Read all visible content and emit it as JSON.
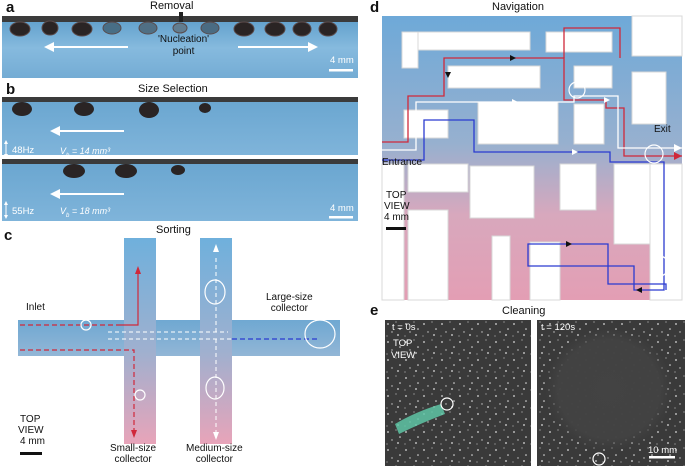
{
  "colors": {
    "water_blue": "#7fb4d8",
    "water_pink": "#e3a6b8",
    "arrow_red": "#d0283a",
    "arrow_blue": "#2b3bd0",
    "dark_bg": "#3c3c3c"
  },
  "a": {
    "label": "a",
    "title": "Removal",
    "annotation": "'Nucleation'\npoint",
    "scale": "4 mm"
  },
  "b": {
    "label": "b",
    "title": "Size Selection",
    "freq1": "48Hz",
    "vol1": "V",
    "vol1_sub": "b",
    "vol1_val": "= 14 mm³",
    "freq2": "55Hz",
    "vol2": "V",
    "vol2_sub": "b",
    "vol2_val": "= 18 mm³",
    "scale": "4 mm"
  },
  "c": {
    "label": "c",
    "title": "Sorting",
    "inlet": "Inlet",
    "large": "Large-size\ncollector",
    "small": "Small-size\ncollector",
    "medium": "Medium-size\ncollector",
    "view_top": "TOP",
    "view_view": "VIEW",
    "scale": "4 mm"
  },
  "d": {
    "label": "d",
    "title": "Navigation",
    "entrance": "Entrance",
    "exit": "Exit",
    "view_top": "TOP",
    "view_view": "VIEW",
    "scale": "4 mm"
  },
  "e": {
    "label": "e",
    "title": "Cleaning",
    "t0": "t = 0s",
    "t1": "t = 120s",
    "view_top": "TOP",
    "view_view": "VIEW",
    "scale": "10 mm"
  }
}
